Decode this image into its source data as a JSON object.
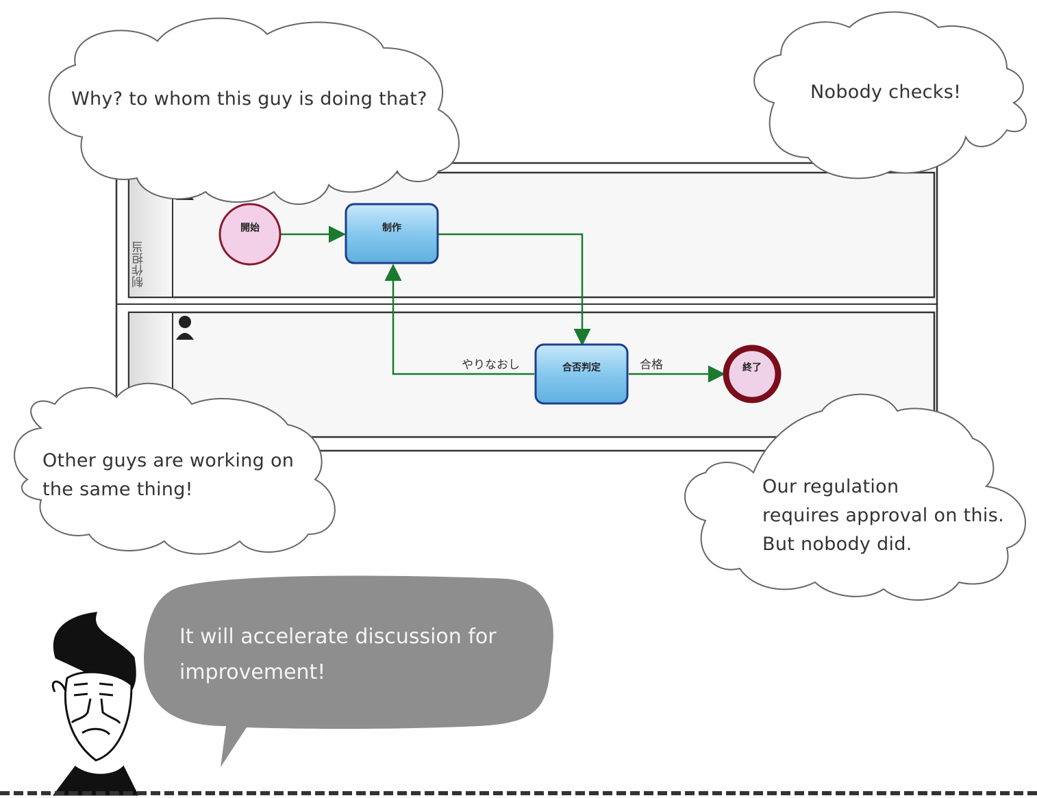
{
  "diagram": {
    "lanes": [
      {
        "label": "制作担当"
      },
      {
        "label": ""
      }
    ],
    "nodes": {
      "start": "開始",
      "create": "制作",
      "judge": "合否判定",
      "end": "終了"
    },
    "edges": {
      "redo": "やりなおし",
      "pass": "合格"
    }
  },
  "clouds": {
    "why": "Why? to whom this guy is doing that?",
    "nobody": "Nobody checks!",
    "other": [
      "Other guys are working on",
      "the same thing!"
    ],
    "regulation": [
      "Our regulation",
      "requires approval on this.",
      "But nobody did."
    ]
  },
  "speech": [
    "It will accelerate discussion for",
    "improvement!"
  ],
  "colors": {
    "flow_arrow": "#1a7a2e",
    "task_fill": "#7ec3ea",
    "start_fill": "#f3d0e8",
    "end_ring": "#7a0d1c",
    "speech_bubble": "#8e8e8e"
  }
}
